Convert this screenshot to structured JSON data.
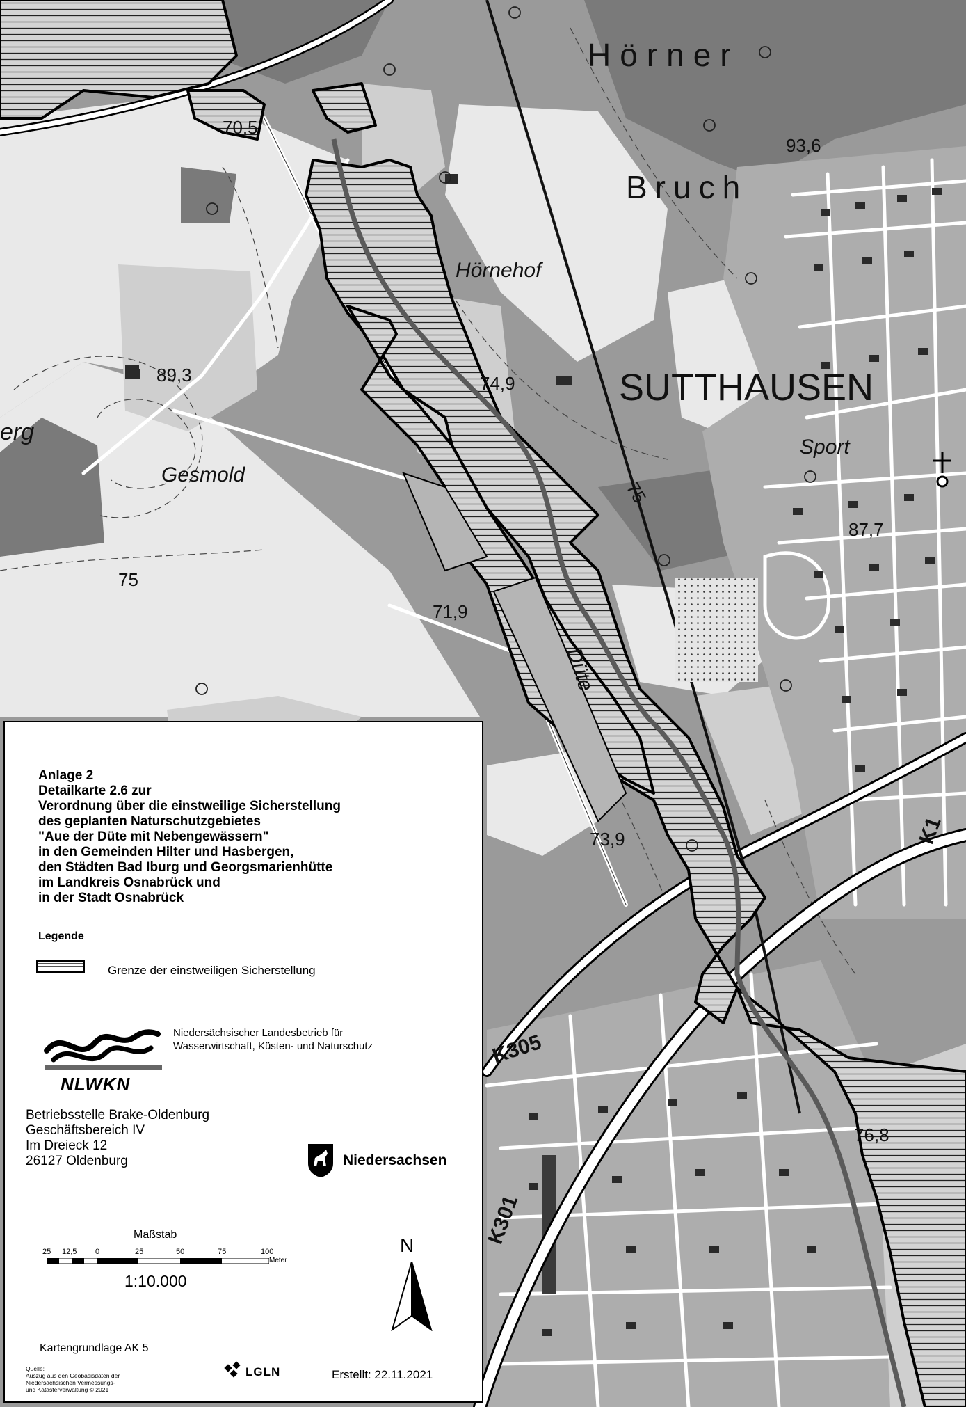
{
  "map": {
    "place_labels": {
      "horner": "Hörner",
      "bruch": "Bruch",
      "sutthausen": "SUTTHAUSEN",
      "hornehof": "Hörnehof",
      "gesmold": "Gesmold",
      "erg": "erg",
      "sport": "Sport",
      "dute": "Düte"
    },
    "elevations": {
      "e705": "70,5",
      "e936": "93,6",
      "e893": "89,3",
      "e749": "74,9",
      "e877": "87,7",
      "e719": "71,9",
      "e739": "73,9",
      "e768": "76,8"
    },
    "contours": {
      "c75a": "75",
      "c75b": "75"
    },
    "roads": {
      "k305": "K305",
      "k301": "K301",
      "k1": "K1"
    }
  },
  "legend": {
    "title_lines": [
      "Anlage 2",
      "Detailkarte 2.6 zur",
      "Verordnung über die einstweilige Sicherstellung",
      "des geplanten Naturschutzgebietes",
      "\"Aue der Düte mit Nebengewässern\"",
      "in den Gemeinden Hilter und Hasbergen,",
      "den Städten Bad Iburg und Georgsmarienhütte",
      "im Landkreis Osnabrück und",
      "in der Stadt Osnabrück"
    ],
    "legend_heading": "Legende",
    "boundary_label": "Grenze der einstweiligen Sicherstellung",
    "agency_name_1": "Niedersächsischer Landesbetrieb für",
    "agency_name_2": "Wasserwirtschaft, Küsten- und Naturschutz",
    "agency_logo_text": "NLWKN",
    "address": [
      "Betriebsstelle Brake-Oldenburg",
      "Geschäftsbereich IV",
      "Im Dreieck 12",
      "26127 Oldenburg"
    ],
    "state_name": "Niedersachsen",
    "scale_heading": "Maßstab",
    "scale_ticks": [
      "25",
      "12,5",
      "0",
      "25",
      "50",
      "75",
      "100"
    ],
    "scale_unit": "Meter",
    "scale_ratio": "1:10.000",
    "north_letter": "N",
    "base_map": "Kartengrundlage AK 5",
    "source_lines": [
      "Quelle:",
      "Auszug aus den Geobasisdaten der",
      "Niedersächsischen Vermessungs-",
      "und Katasterverwaltung © 2021"
    ],
    "lgln_logo_text": "LGLN",
    "created": "Erstellt: 22.11.2021"
  },
  "colors": {
    "forest": "#7a7a7a",
    "settlement": "#a9a9a9",
    "open": "#e8e8e8",
    "meadow": "#cfcfcf",
    "boundary": "#000000"
  }
}
